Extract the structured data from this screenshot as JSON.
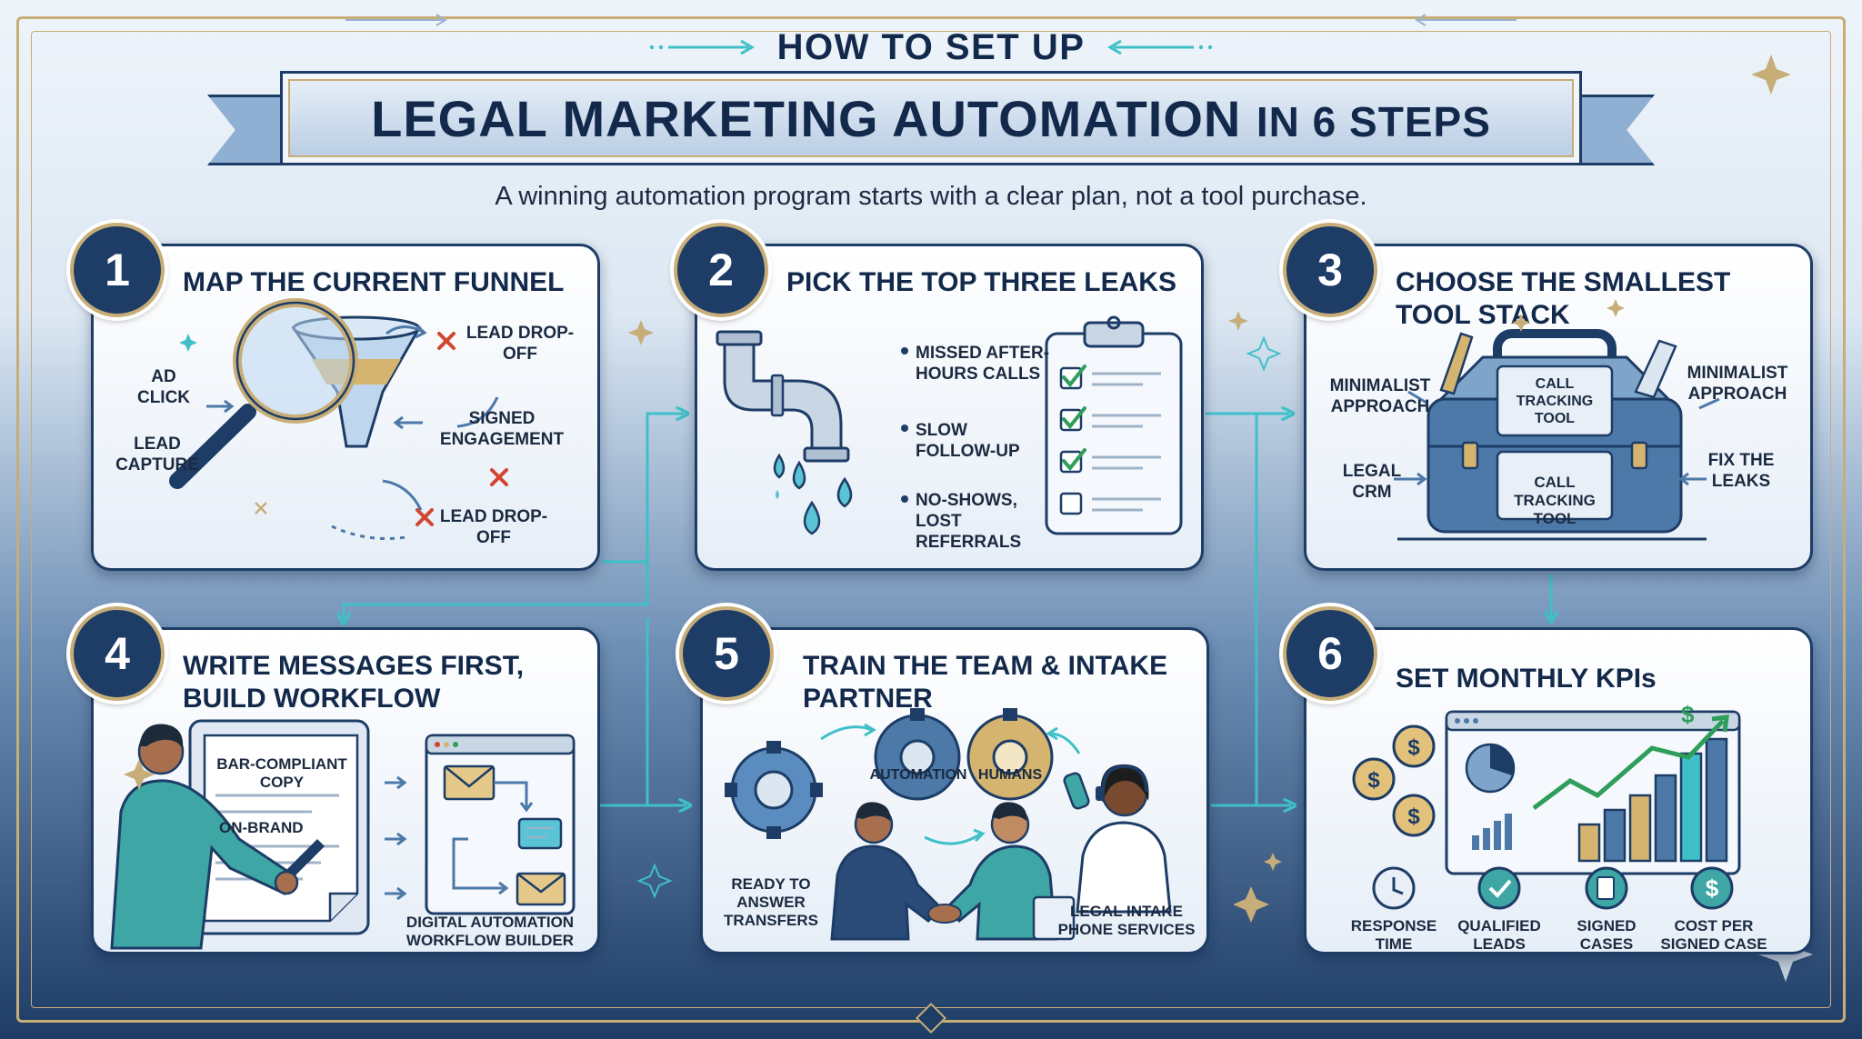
{
  "header": {
    "kicker": "HOW TO SET UP",
    "title_main": "LEGAL MARKETING AUTOMATION",
    "title_tail": "IN 6 STEPS",
    "subtitle": "A winning automation program starts with a clear plan, not a tool purchase."
  },
  "steps": [
    {
      "number": "1",
      "title": "MAP THE CURRENT FUNNEL",
      "labels": [
        "AD CLICK",
        "LEAD CAPTURE",
        "LEAD DROP-OFF",
        "SIGNED ENGAGEMENT",
        "LEAD DROP-OFF"
      ]
    },
    {
      "number": "2",
      "title": "PICK THE TOP THREE LEAKS",
      "leaks": [
        "MISSED AFTER-HOURS CALLS",
        "SLOW FOLLOW-UP",
        "NO-SHOWS, LOST REFERRALS"
      ]
    },
    {
      "number": "3",
      "title": "CHOOSE THE SMALLEST TOOL STACK",
      "labels": [
        "MINIMALIST APPROACH",
        "MINIMALIST APPROACH",
        "LEGAL CRM",
        "FIX THE LEAKS",
        "CALL TRACKING TOOL",
        "CALL TRACKING TOOL"
      ]
    },
    {
      "number": "4",
      "title": "WRITE MESSAGES FIRST, BUILD WORKFLOW",
      "labels": [
        "BAR-COMPLIANT COPY",
        "ON-BRAND",
        "DIGITAL AUTOMATION WORKFLOW BUILDER"
      ]
    },
    {
      "number": "5",
      "title": "TRAIN THE TEAM & INTAKE PARTNER",
      "labels": [
        "AUTOMATION",
        "HUMANS",
        "READY TO ANSWER TRANSFERS",
        "LEGAL INTAKE PHONE SERVICES"
      ]
    },
    {
      "number": "6",
      "title": "SET MONTHLY KPIs",
      "kpis": [
        "RESPONSE TIME",
        "QUALIFIED LEADS",
        "SIGNED CASES",
        "COST PER SIGNED CASE"
      ]
    }
  ],
  "colors": {
    "navy": "#1d3c66",
    "gold": "#c7ad78",
    "teal": "#3fc0c8",
    "red": "#d2452f",
    "green": "#2f9e5a"
  }
}
